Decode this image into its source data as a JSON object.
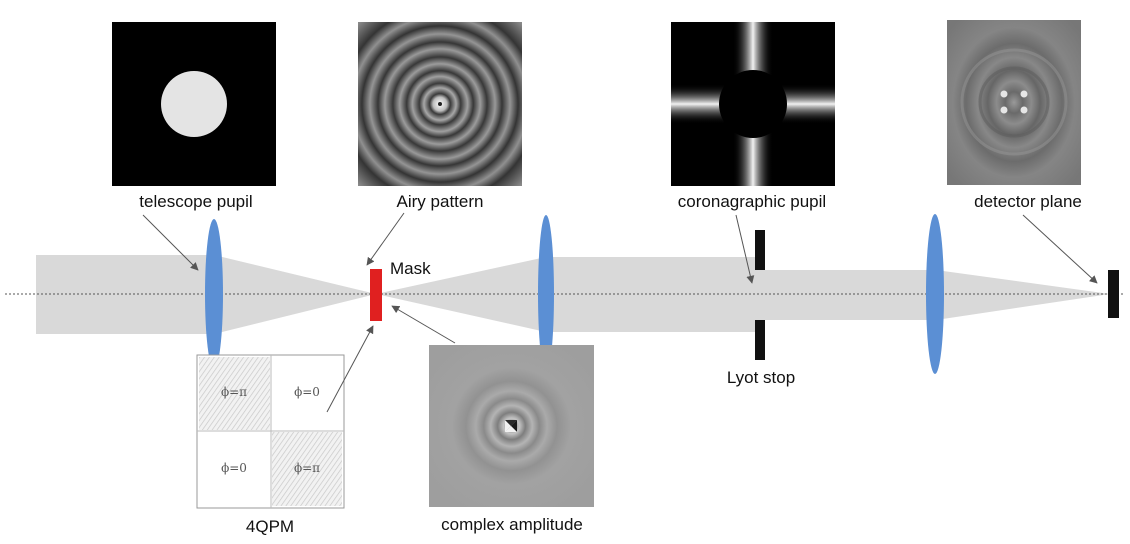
{
  "labels": {
    "telescope_pupil": "telescope pupil",
    "airy_pattern": "Airy pattern",
    "coronagraphic_pupil": "coronagraphic pupil",
    "detector_plane": "detector plane",
    "mask": "Mask",
    "lyot_stop": "Lyot stop",
    "qpm": "4QPM",
    "complex_amplitude": "complex amplitude"
  },
  "qpm_quadrants": {
    "top_left": "ϕ=π",
    "top_right": "ϕ=0",
    "bottom_left": "ϕ=0",
    "bottom_right": "ϕ=π"
  },
  "colors": {
    "beam": "#d9d9d9",
    "lens": "#5b8fd4",
    "mask": "#e02020",
    "stop": "#111111",
    "axis": "#555555"
  }
}
